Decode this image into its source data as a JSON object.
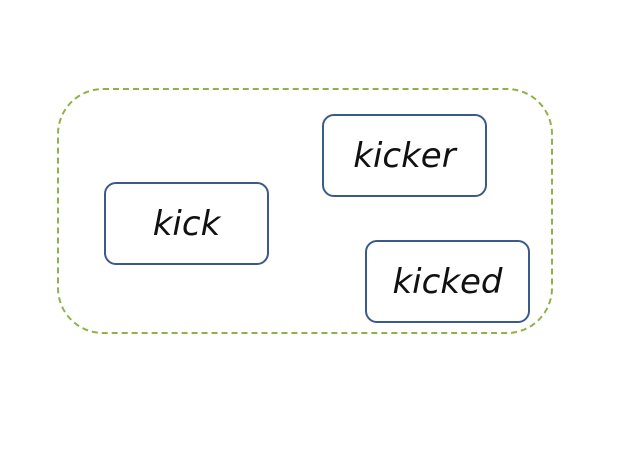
{
  "diagram": {
    "group": {
      "border_color": "#8db24a",
      "style": "dashed"
    },
    "words": [
      {
        "label": "kick"
      },
      {
        "label": "kicker"
      },
      {
        "label": "kicked"
      }
    ],
    "box_border_color": "#3b5a8c"
  }
}
